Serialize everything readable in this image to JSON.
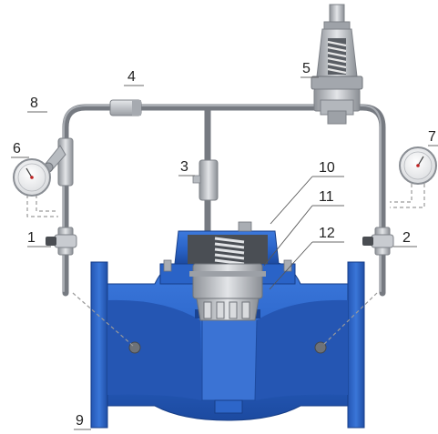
{
  "labels": {
    "n1": "1",
    "n2": "2",
    "n3": "3",
    "n4": "4",
    "n5": "5",
    "n6": "6",
    "n7": "7",
    "n8": "8",
    "n9": "9",
    "n10": "10",
    "n11": "11",
    "n12": "12"
  },
  "colors": {
    "valve_body": "#2a63c7",
    "valve_body_dark": "#1d4a9e",
    "pilot_tube": "#7b7f86",
    "metal": "#c9ccd1"
  }
}
